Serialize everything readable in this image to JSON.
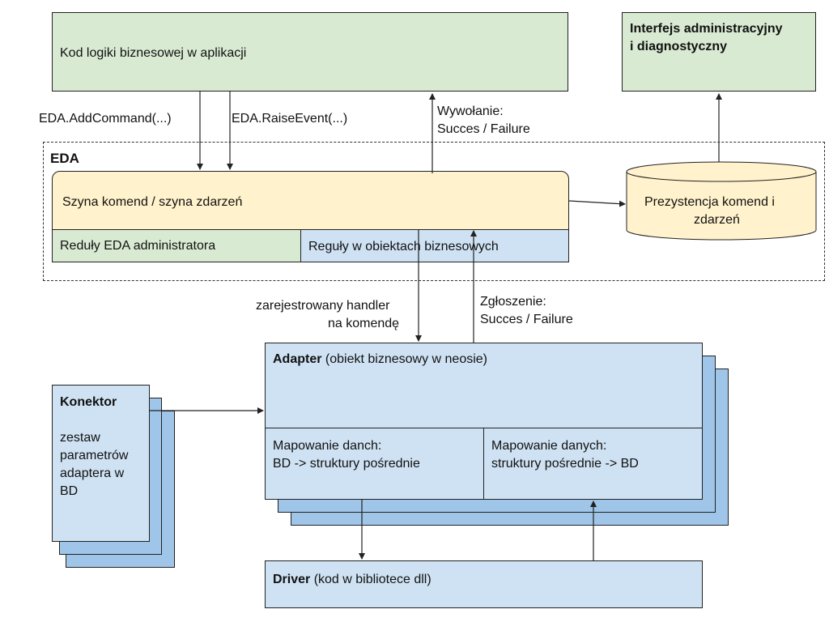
{
  "business_logic": {
    "label": "Kod logiki biznesowej w aplikacji"
  },
  "admin_interface": {
    "line1": "Interfejs administracyjny",
    "line2": "i diagnostyczny"
  },
  "edges": {
    "add_command": "EDA.AddCommand(...)",
    "raise_event": "EDA.RaiseEvent(...)",
    "call_result_line1": "Wywołanie:",
    "call_result_line2": "Succes / Failure",
    "registered_handler_line1": "zarejestrowany handler",
    "registered_handler_line2": "na komendę",
    "report_line1": "Zgłoszenie:",
    "report_line2": "Succes / Failure"
  },
  "eda": {
    "title": "EDA",
    "bus_label": "Szyna komend / szyna zdarzeń",
    "admin_rules": "Reduły EDA administratora",
    "business_rules": "Reguły w obiektach biznesowych"
  },
  "persistence": {
    "line1": "Prezystencja komend i",
    "line2": "zdarzeń"
  },
  "connector": {
    "title": "Konektor",
    "desc_lines": [
      "zestaw",
      "parametrów",
      "adaptera w",
      "BD"
    ]
  },
  "adapter": {
    "title": "Adapter",
    "subtitle": "(obiekt biznesowy w neosie)",
    "map_left_line1": "Mapowanie danch:",
    "map_left_line2": "BD -> struktury pośrednie",
    "map_right_line1": "Mapowanie danych:",
    "map_right_line2": "struktury pośrednie -> BD"
  },
  "driver": {
    "title": "Driver",
    "subtitle": "(kod w bibliotece dll)"
  },
  "colors": {
    "green": "#d9ead3",
    "yellow": "#fff2cc",
    "blue": "#cfe2f3",
    "blue_dark": "#9fc5e8"
  }
}
